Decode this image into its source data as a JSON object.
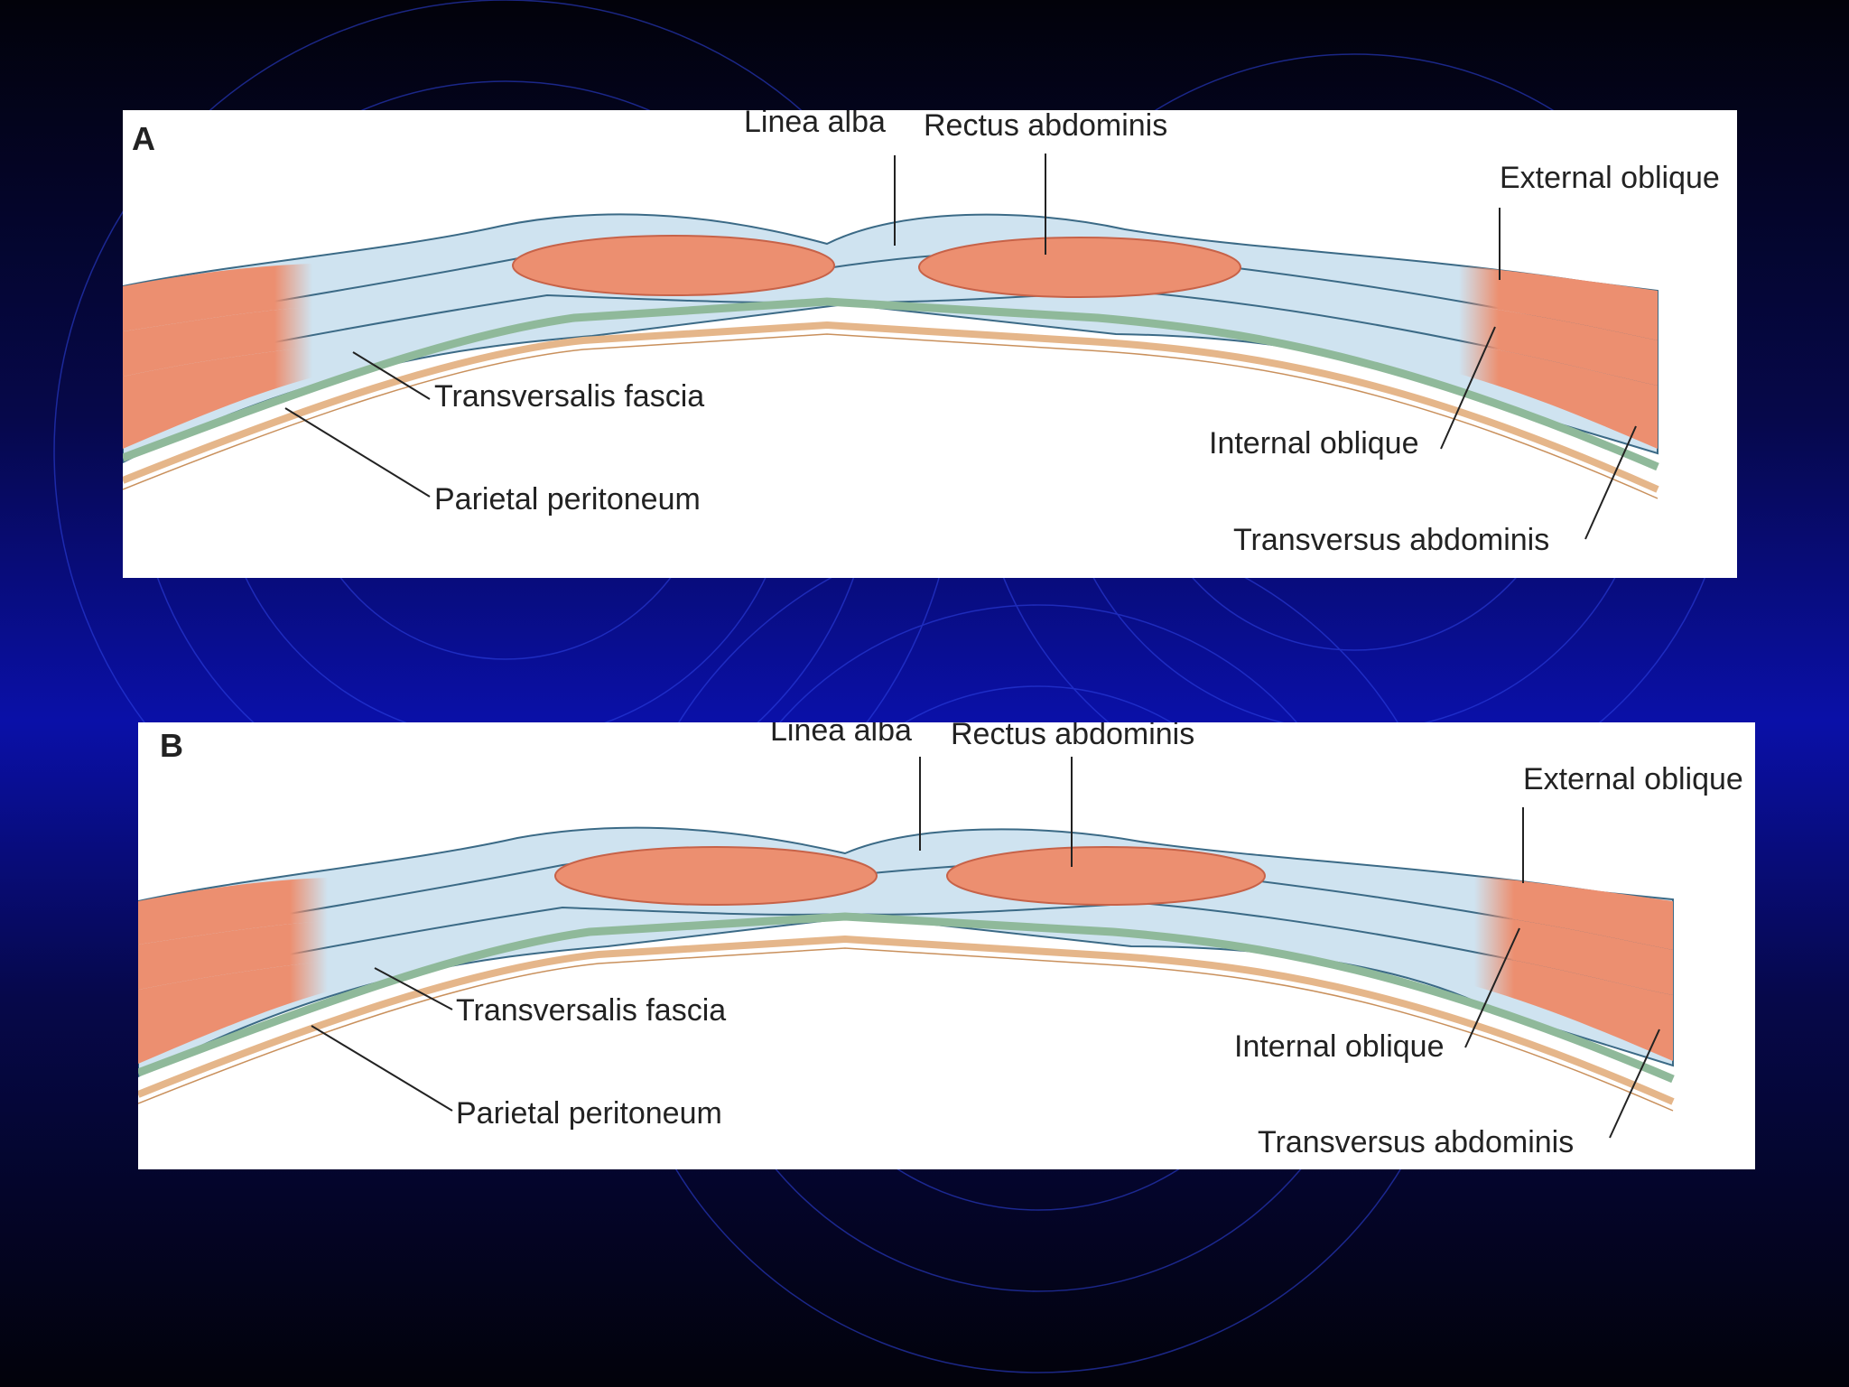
{
  "colors": {
    "muscle": "#ec8f70",
    "muscle_line": "#c76248",
    "aponeurosis": "#cfe3f0",
    "aponeurosis_line": "#3b6a86",
    "fascia": "#8fb99a",
    "peritoneum": "#e5b68a",
    "panel_bg": "#ffffff",
    "ring": "#3045e6"
  },
  "panels": [
    {
      "letter": "A",
      "labels": {
        "linea_alba": "Linea alba",
        "rectus_abdominis": "Rectus abdominis",
        "external_oblique": "External oblique",
        "transversalis_fascia": "Transversalis fascia",
        "parietal_peritoneum": "Parietal peritoneum",
        "internal_oblique": "Internal oblique",
        "transversus_abdominis": "Transversus abdominis"
      }
    },
    {
      "letter": "B",
      "labels": {
        "linea_alba": "Linea alba",
        "rectus_abdominis": "Rectus abdominis",
        "external_oblique": "External oblique",
        "transversalis_fascia": "Transversalis fascia",
        "parietal_peritoneum": "Parietal peritoneum",
        "internal_oblique": "Internal oblique",
        "transversus_abdominis": "Transversus abdominis"
      }
    }
  ]
}
